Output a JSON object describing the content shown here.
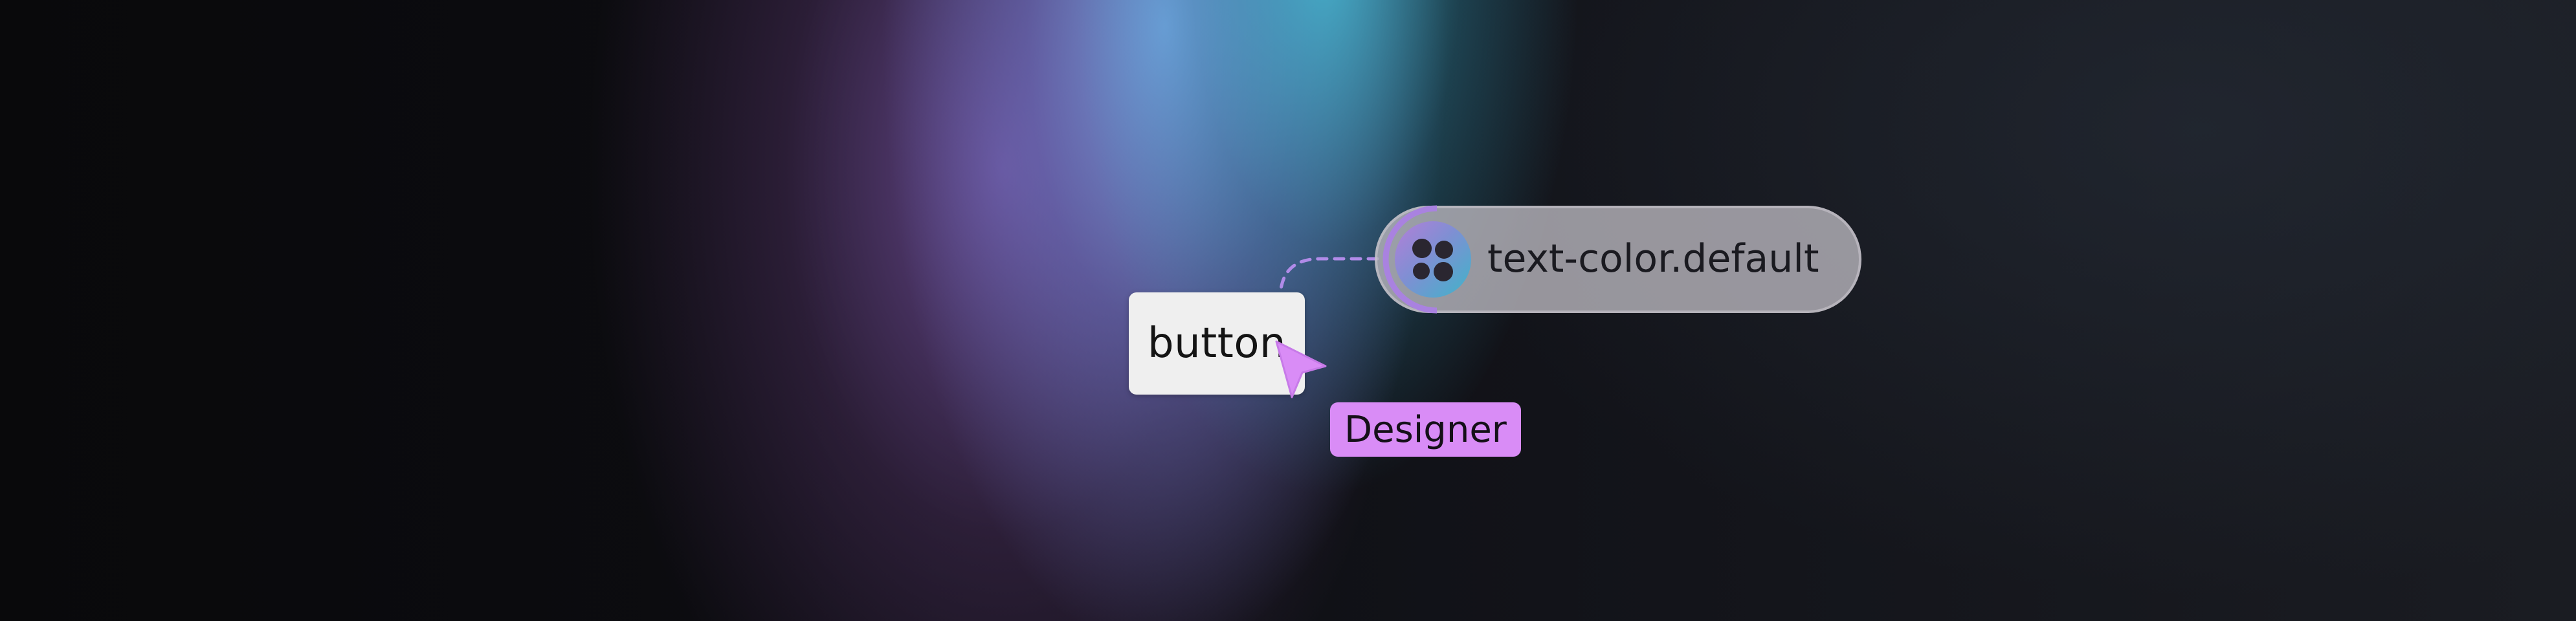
{
  "canvas": {
    "component_label": "button",
    "token": {
      "name": "text-color.default",
      "icon": "four-dots-token-icon"
    },
    "collaborator": {
      "name": "Designer",
      "cursor_icon": "pointer-cursor-icon"
    }
  },
  "colors": {
    "accent": "#d98cf6",
    "token_pill": "#b4b2ba",
    "chip_background": "#efefef",
    "connector": "#b18be8"
  }
}
